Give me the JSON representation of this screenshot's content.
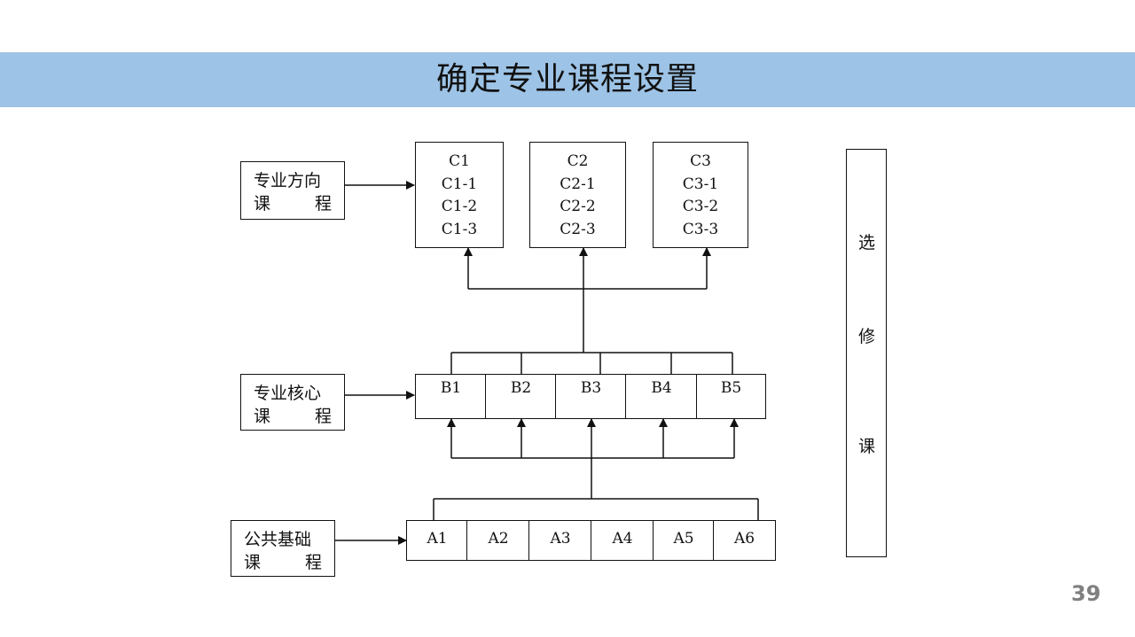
{
  "slide": {
    "title": "确定专业课程设置",
    "page_number": "39"
  },
  "categories": {
    "direction": {
      "line1": "专业方向",
      "line2a": "课",
      "line2b": "程"
    },
    "core": {
      "line1": "专业核心",
      "line2a": "课",
      "line2b": "程"
    },
    "foundation": {
      "line1": "公共基础",
      "line2a": "课",
      "line2b": "程"
    }
  },
  "direction_courses": [
    [
      "C1",
      "C1-1",
      "C1-2",
      "C1-3"
    ],
    [
      "C2",
      "C2-1",
      "C2-2",
      "C2-3"
    ],
    [
      "C3",
      "C3-1",
      "C3-2",
      "C3-3"
    ]
  ],
  "core_courses": [
    "B1",
    "B2",
    "B3",
    "B4",
    "B5"
  ],
  "foundation_courses": [
    "A1",
    "A2",
    "A3",
    "A4",
    "A5",
    "A6"
  ],
  "elective": [
    "选",
    "修",
    "课"
  ]
}
